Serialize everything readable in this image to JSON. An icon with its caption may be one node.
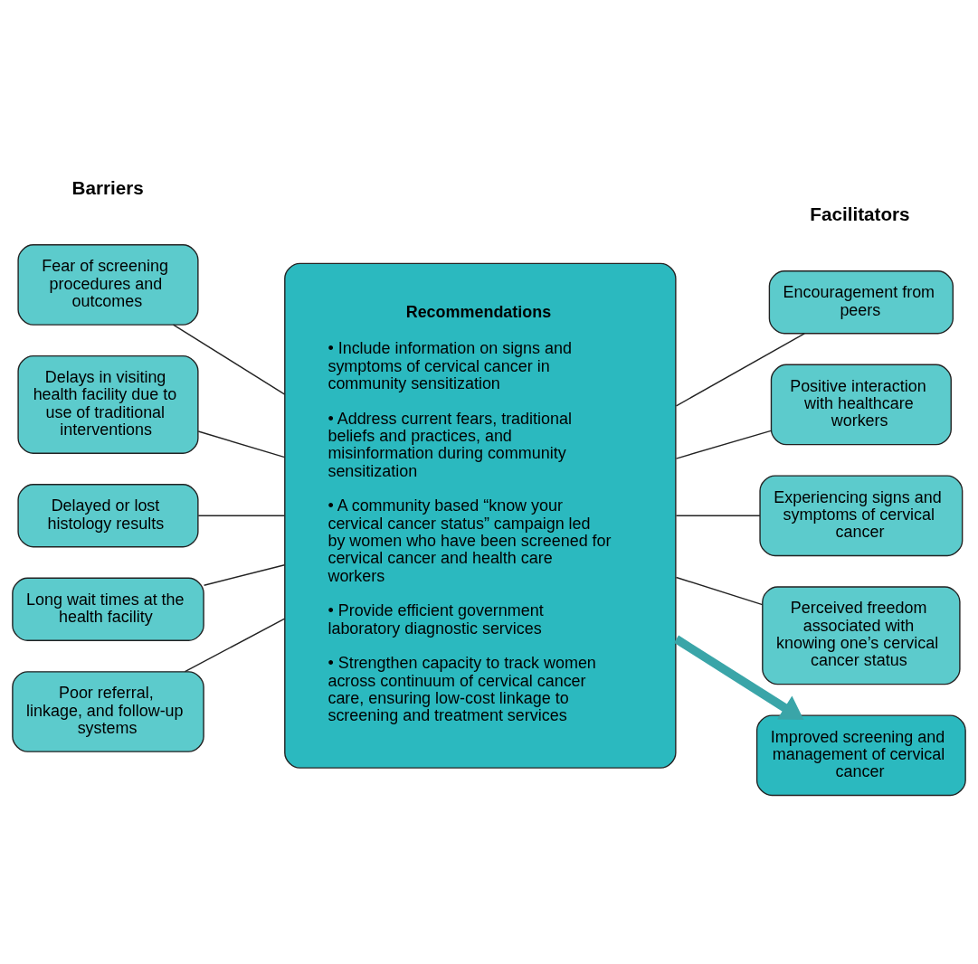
{
  "diagram": {
    "nodes": [
      {
        "text": [
          "Fear of screening procedures and outcomes"
        ]
      },
      {
        "text": [
          "Delays in visiting health facility due to use of traditional interventions"
        ]
      },
      {
        "text": [
          "Delayed or lost histology results"
        ]
      },
      {
        "text": [
          "Long wait times at the health facility"
        ]
      },
      {
        "text": [
          "Poor referral, linkage, and follow-up systems"
        ]
      },
      {
        "text": [
          "Recommendations",
          "• Include information on signs and symptoms of cervical cancer in community sensitization",
          "• Address current fears, traditional beliefs and practices, and misinformation during community sensitization",
          "• A community based “know your cervical cancer status” campaign led by women who have been screened for cervical cancer and health care workers",
          "• Provide efficient government laboratory diagnostic services",
          "• Strengthen capacity to track women across continuum of cervical cancer care, ensuring low-cost linkage to screening and treatment services"
        ]
      },
      {
        "text": [
          "Encouragement from peers"
        ]
      },
      {
        "text": [
          "Positive interaction with healthcare workers"
        ]
      },
      {
        "text": [
          "Experiencing signs and symptoms of cervical cancer"
        ]
      },
      {
        "text": [
          "Perceived freedom associated with knowing one’s cervical cancer status"
        ]
      },
      {
        "text": [
          "Improved screening and management of cervical cancer"
        ]
      }
    ],
    "edges": [
      {
        "from": 0,
        "to": 5,
        "arrow": "none"
      },
      {
        "from": 1,
        "to": 5,
        "arrow": "none"
      },
      {
        "from": 2,
        "to": 5,
        "arrow": "none"
      },
      {
        "from": 3,
        "to": 5,
        "arrow": "none"
      },
      {
        "from": 4,
        "to": 5,
        "arrow": "none"
      },
      {
        "from": 5,
        "to": 6,
        "arrow": "none"
      },
      {
        "from": 5,
        "to": 7,
        "arrow": "none"
      },
      {
        "from": 5,
        "to": 8,
        "arrow": "none"
      },
      {
        "from": 5,
        "to": 9,
        "arrow": "none"
      },
      {
        "from": 5,
        "to": 10,
        "arrow": "to",
        "style": "thick",
        "color": "#3aa5a8"
      }
    ],
    "labels": [
      "Barriers",
      "Facilitators"
    ]
  }
}
